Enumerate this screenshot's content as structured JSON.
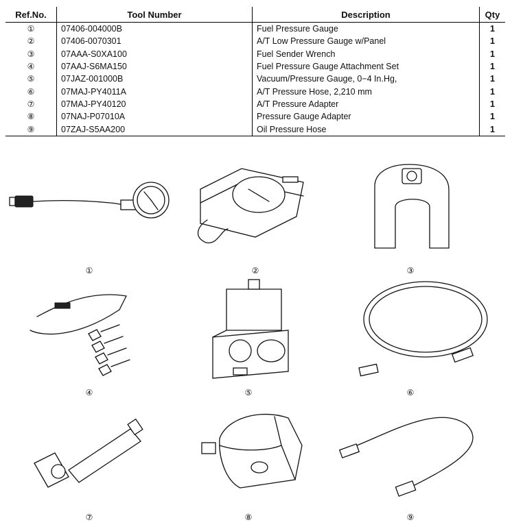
{
  "table": {
    "headers": [
      "Ref.No.",
      "Tool Number",
      "Description",
      "Qty"
    ],
    "rows": [
      {
        "ref": "①",
        "tool": "07406-004000B",
        "desc": "Fuel Pressure Gauge",
        "qty": "1"
      },
      {
        "ref": "②",
        "tool": "07406-0070301",
        "desc": "A/T Low Pressure Gauge w/Panel",
        "qty": "1"
      },
      {
        "ref": "③",
        "tool": "07AAA-S0XA100",
        "desc": "Fuel Sender Wrench",
        "qty": "1"
      },
      {
        "ref": "④",
        "tool": "07AAJ-S6MA150",
        "desc": "Fuel Pressure Gauge Attachment Set",
        "qty": "1"
      },
      {
        "ref": "⑤",
        "tool": "07JAZ-001000B",
        "desc": "Vacuum/Pressure Gauge, 0−4 In.Hg,",
        "qty": "1"
      },
      {
        "ref": "⑥",
        "tool": "07MAJ-PY4011A",
        "desc": "A/T Pressure Hose, 2,210 mm",
        "qty": "1"
      },
      {
        "ref": "⑦",
        "tool": "07MAJ-PY40120",
        "desc": "A/T Pressure Adapter",
        "qty": "1"
      },
      {
        "ref": "⑧",
        "tool": "07NAJ-P07010A",
        "desc": "Pressure Gauge Adapter",
        "qty": "1"
      },
      {
        "ref": "⑨",
        "tool": "07ZAJ-S5AA200",
        "desc": "Oil Pressure Hose",
        "qty": "1"
      }
    ]
  },
  "illustrations": [
    {
      "caption": "①",
      "icon": "fuel-pressure-gauge-drawing"
    },
    {
      "caption": "②",
      "icon": "low-pressure-gauge-panel-drawing"
    },
    {
      "caption": "③",
      "icon": "fuel-sender-wrench-drawing"
    },
    {
      "caption": "④",
      "icon": "gauge-attachment-set-drawing"
    },
    {
      "caption": "⑤",
      "icon": "vacuum-gauge-case-drawing"
    },
    {
      "caption": "⑥",
      "icon": "pressure-hose-drawing"
    },
    {
      "caption": "⑦",
      "icon": "pressure-adapter-drawing"
    },
    {
      "caption": "⑧",
      "icon": "gauge-adapter-block-drawing"
    },
    {
      "caption": "⑨",
      "icon": "oil-pressure-hose-drawing"
    }
  ]
}
